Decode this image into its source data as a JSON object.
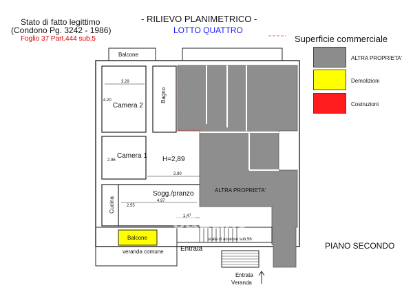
{
  "header": {
    "line1": "Stato di fatto legittimo",
    "line2": "(Condono Pg. 3242 - 1986)",
    "line3": "Foglio 37 Part.444 sub.5",
    "title": "- RILIEVO PLANIMETRICO  -",
    "subtitle": "LOTTO QUATTRO"
  },
  "legend": {
    "title": "Superficie commerciale",
    "items": [
      {
        "label": "ALTRA PROPRIETA'",
        "color": "#8c8c8c"
      },
      {
        "label": "Demolizioni",
        "color": "#ffff00"
      },
      {
        "label": "Costruzioni",
        "color": "#ff1c1c"
      }
    ]
  },
  "plan": {
    "balcone_top": "Balcone",
    "bagno": "Bagno",
    "camera2": "Camera 2",
    "camera1": "Camera 1",
    "altezza": "H=2,89",
    "soggiorno": "Sogg./pranzo",
    "cucina": "Cucina",
    "altra_proprieta": "ALTRA PROPRIETA'",
    "balcone_bottom": "Balcone",
    "veranda_comune": "veranda comune",
    "entrata": "Entrata",
    "scala": "scala di accesso sub.56",
    "entrata_veranda_1": "Entrata",
    "entrata_veranda_2": "Veranda",
    "dims": {
      "d329": "3.29",
      "d420": "4.20",
      "d296": "2.96",
      "d290": "2.90",
      "d497": "4.97",
      "d255": "2.55",
      "d147": "1.47"
    }
  },
  "floor_label": "PIANO SECONDO",
  "watermark": "casa.it"
}
